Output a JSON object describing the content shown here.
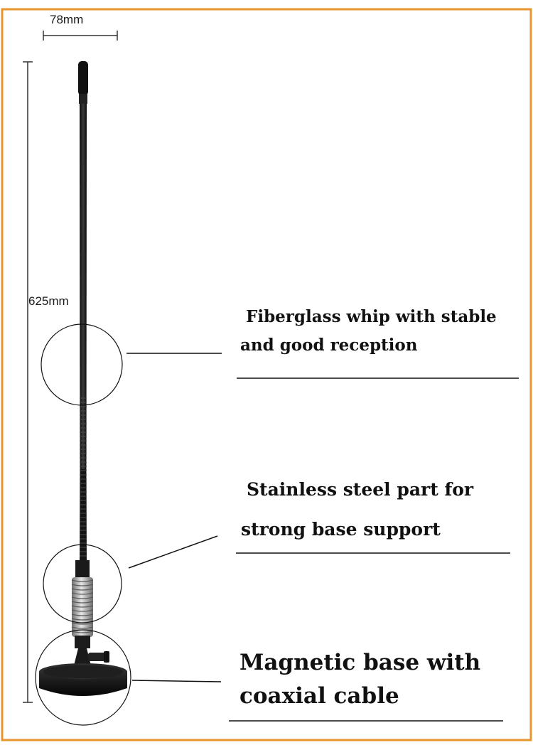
{
  "dimensions": {
    "width_label": "78mm",
    "height_label": "625mm"
  },
  "callouts": [
    {
      "lines": [
        "Fiberglass whip with stable",
        "and good reception"
      ]
    },
    {
      "lines": [
        "Stainless steel part for",
        "strong base support"
      ]
    },
    {
      "lines": [
        "Magnetic base with",
        "coaxial cable"
      ]
    }
  ],
  "colors": {
    "border": "#E8952F",
    "antenna": "#1a1a1a",
    "spring": "#b8b8b8",
    "line": "#111111"
  }
}
